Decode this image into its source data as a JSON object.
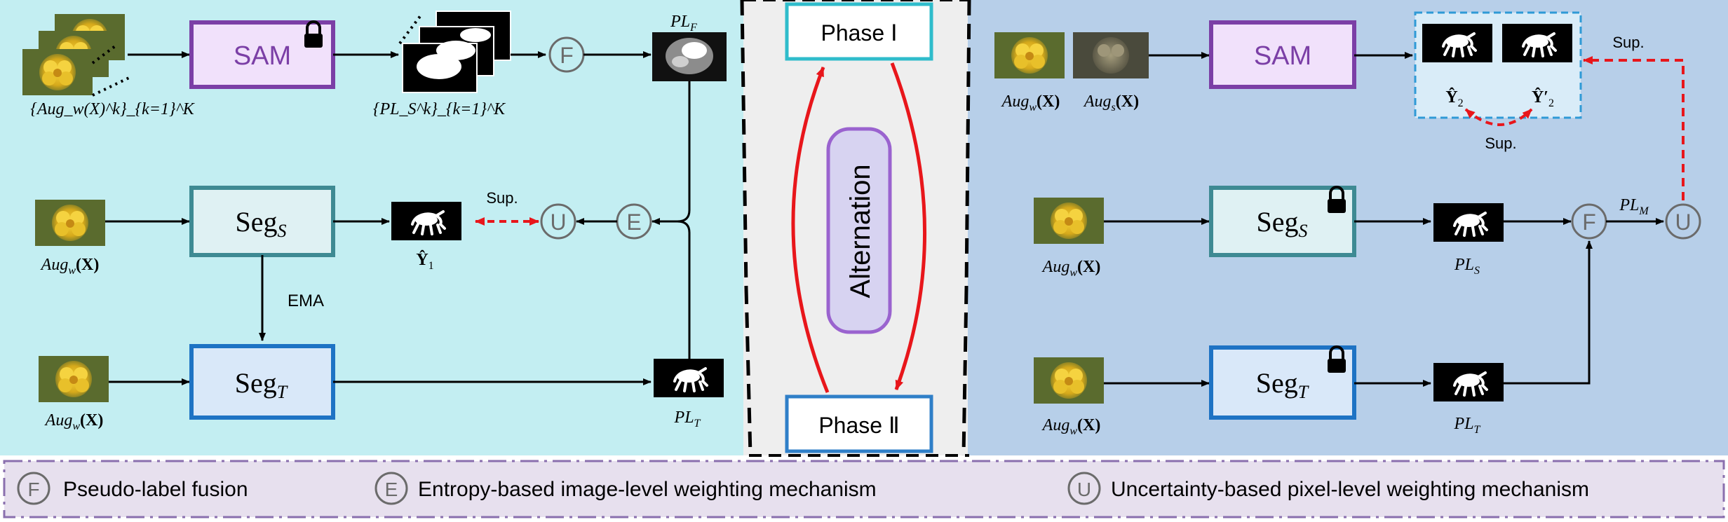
{
  "colors": {
    "panel_left": "#c3eef2",
    "panel_mid": "#eeeeee",
    "panel_right": "#b7cfe9",
    "legend_bg": "#e7e0ee",
    "legend_border": "#8a6fae",
    "sam_border": "#7b3fa6",
    "sam_fill": "#f1e1fb",
    "sam_text": "#7b3fa6",
    "segS_border": "#3e8a93",
    "segS_fill": "#dff1f3",
    "segT_border": "#1e73c4",
    "segT_fill": "#d9e8f9",
    "phase1_border": "#2fbccb",
    "phase2_border": "#2f7fc8",
    "alternation_border": "#9a63cf",
    "alternation_fill": "#d7d3f1",
    "red": "#e8161b",
    "circle_stroke": "#6b6b6b",
    "dashed_box": "#2f9ad6"
  },
  "left": {
    "sam_label": "SAM",
    "lock_icon": "lock-icon",
    "aug_set_caption": "{Aug_w(X)^k}_{k=1}^K",
    "pl_set_caption": "{PL_S^k}_{k=1}^K",
    "fusion_symbol": "F",
    "plf_label": "PL",
    "plf_sub": "F",
    "segs_label": "Seg",
    "segs_sub": "S",
    "segt_label": "Seg",
    "segt_sub": "T",
    "entropy_symbol": "E",
    "uncert_symbol": "U",
    "sup_label": "Sup.",
    "ema_label": "EMA",
    "aug_label": "Aug",
    "aug_sub": "w",
    "aug_arg": "(X)",
    "y1_label": "Ŷ",
    "y1_sub": "1",
    "plt_label": "PL",
    "plt_sub": "T"
  },
  "middle": {
    "phase1_label": "Phase  Ⅰ",
    "phase2_label": "Phase  Ⅱ",
    "alternation_label": "Alternation"
  },
  "right": {
    "sam_label": "SAM",
    "augw_label": "Aug",
    "augw_sub": "w",
    "augs_label": "Aug",
    "augs_sub": "s",
    "aug_arg": "(X)",
    "y2_label": "Ŷ",
    "y2_sub": "2",
    "y2p_label": "Ŷ′",
    "y2p_sub": "2",
    "sup_top": "Sup.",
    "sup_bottom": "Sup.",
    "segs_label": "Seg",
    "segs_sub": "S",
    "segt_label": "Seg",
    "segt_sub": "T",
    "fusion_symbol": "F",
    "uncert_symbol": "U",
    "plm_label": "PL",
    "plm_sub": "M",
    "pls_label": "PL",
    "pls_sub": "S",
    "plt_label": "PL",
    "plt_sub": "T"
  },
  "legend": {
    "items": [
      {
        "symbol": "F",
        "text": "Pseudo-label fusion"
      },
      {
        "symbol": "E",
        "text": "Entropy-based image-level weighting mechanism"
      },
      {
        "symbol": "U",
        "text": "Uncertainty-based pixel-level weighting mechanism"
      }
    ]
  }
}
